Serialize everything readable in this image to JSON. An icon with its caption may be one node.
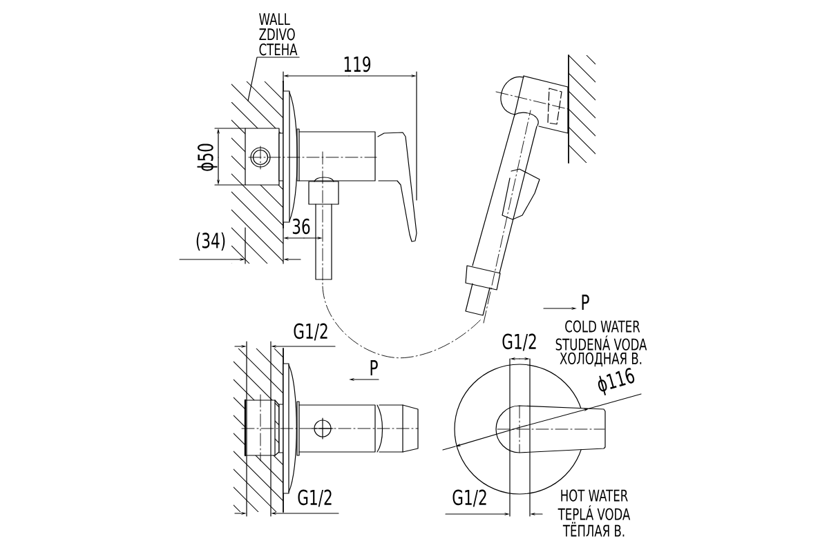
{
  "diagram": {
    "nodes": [
      {
        "text": [
          "WALL",
          "ZDIVO",
          "СТЕНА"
        ]
      },
      {
        "text": [],
        "shape": "box"
      }
    ],
    "edges": [
      {
        "from": 0,
        "to": 1,
        "arrow": "none"
      }
    ],
    "labels": [
      "119",
      "ϕ50",
      "36",
      "(34)",
      "P",
      "COLD WATER",
      "G1/2",
      "G1/2",
      "STUDENÁ VODA",
      "ХОЛОДНАЯ В.",
      "P",
      "ϕ116",
      "G1/2",
      "G1/2",
      "HOT WATER",
      "TEPLÁ VODA",
      "ТЁПЛАЯ В."
    ]
  }
}
